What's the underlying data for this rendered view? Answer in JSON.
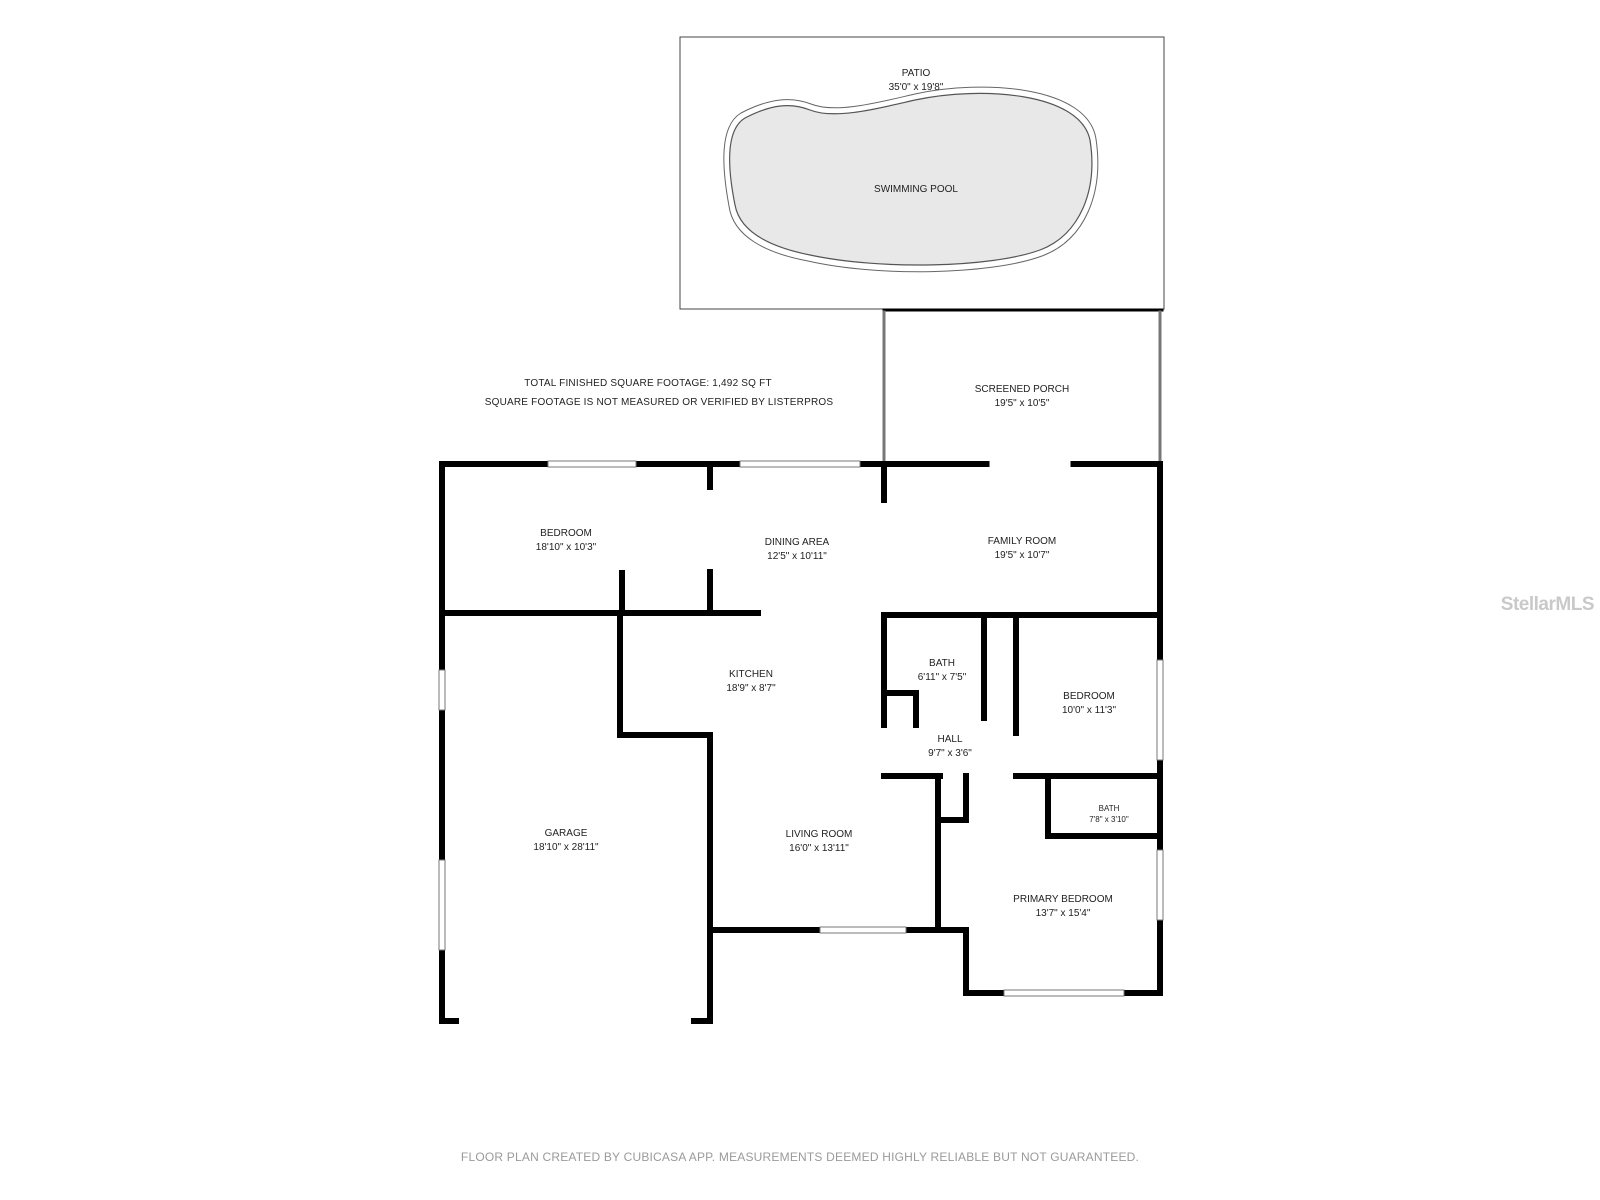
{
  "notes": {
    "total_sqft": "TOTAL FINISHED SQUARE FOOTAGE: 1,492 SQ FT",
    "disclaimer": "SQUARE FOOTAGE IS NOT MEASURED OR VERIFIED BY LISTERPROS"
  },
  "rooms": {
    "patio": {
      "name": "PATIO",
      "dim": "35'0\" x 19'8\""
    },
    "pool": {
      "name": "SWIMMING POOL"
    },
    "screened_porch": {
      "name": "SCREENED PORCH",
      "dim": "19'5\" x 10'5\""
    },
    "bedroom_1": {
      "name": "BEDROOM",
      "dim": "18'10\" x 10'3\""
    },
    "dining_area": {
      "name": "DINING AREA",
      "dim": "12'5\" x 10'11\""
    },
    "family_room": {
      "name": "FAMILY ROOM",
      "dim": "19'5\" x 10'7\""
    },
    "kitchen": {
      "name": "KITCHEN",
      "dim": "18'9\" x 8'7\""
    },
    "bath_1": {
      "name": "BATH",
      "dim": "6'11\" x 7'5\""
    },
    "bedroom_2": {
      "name": "BEDROOM",
      "dim": "10'0\" x 11'3\""
    },
    "hall": {
      "name": "HALL",
      "dim": "9'7\" x 3'6\""
    },
    "bath_2": {
      "name": "BATH",
      "dim": "7'8\" x 3'10\""
    },
    "garage": {
      "name": "GARAGE",
      "dim": "18'10\" x 28'11\""
    },
    "living_room": {
      "name": "LIVING ROOM",
      "dim": "16'0\" x 13'11\""
    },
    "primary_bedroom": {
      "name": "PRIMARY BEDROOM",
      "dim": "13'7\" x 15'4\""
    }
  },
  "footer": "FLOOR PLAN CREATED BY CUBICASA APP. MEASUREMENTS DEEMED HIGHLY RELIABLE BUT NOT GUARANTEED.",
  "watermark": "StellarMLS",
  "colors": {
    "wall": "#000000",
    "pool_fill": "#e8e8e8",
    "footer_text": "#9a9a9a"
  }
}
